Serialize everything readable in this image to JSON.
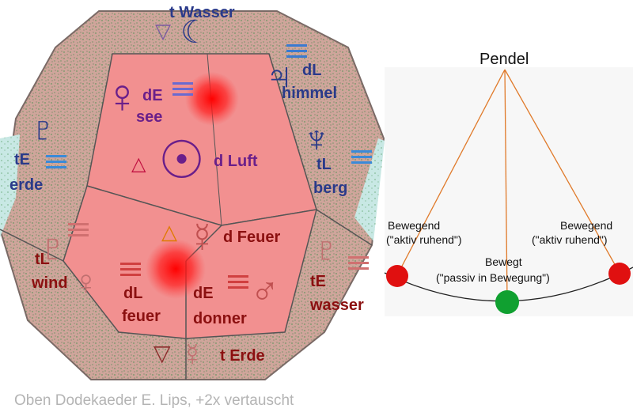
{
  "dodecahedron": {
    "labels": {
      "top": "t Wasser",
      "bottom": "t Erde",
      "left_upper": [
        "tE",
        "erde"
      ],
      "left_lower": [
        "tL",
        "wind"
      ],
      "right_upper": [
        "dL",
        "himmel"
      ],
      "right_mid": [
        "tL",
        "berg"
      ],
      "right_lower": [
        "tE",
        "wasser"
      ],
      "center_upper": [
        "dE",
        "see"
      ],
      "center_mid": "d Luft",
      "center_feuer": "d Feuer",
      "center_lower_left": [
        "dL",
        "feuer"
      ],
      "center_lower_right": [
        "dE",
        "donner"
      ]
    },
    "symbols": {
      "top_left_triangle": "▽",
      "top_moon": "☾",
      "venus": "♀",
      "jupiter": "♃",
      "sun": "☉",
      "neptune": "♆",
      "mercury": "☿",
      "mars": "♂",
      "pluto": "♇"
    },
    "colors": {
      "face_fill": "#f08c8c",
      "face_outer": "#d9a8a0",
      "hot_spot": "#ff1a1a",
      "label_dark_red": "#8b1010",
      "label_blue": "#2a3a8a",
      "symbol_purple": "#6a1f8a"
    }
  },
  "pendulum": {
    "title": "Pendel",
    "left_label": [
      "Bewegend",
      "(\"aktiv ruhend\")"
    ],
    "center_label": [
      "Bewegt",
      "(\"passiv in Bewegung\")"
    ],
    "right_label": [
      "Bewegend",
      "(\"aktiv ruhend\")"
    ],
    "colors": {
      "string": "#e07a2a",
      "ball_side": "#e01010",
      "ball_center": "#10a030"
    }
  },
  "caption": "Oben Dodekaeder E. Lips, +2x vertauscht"
}
